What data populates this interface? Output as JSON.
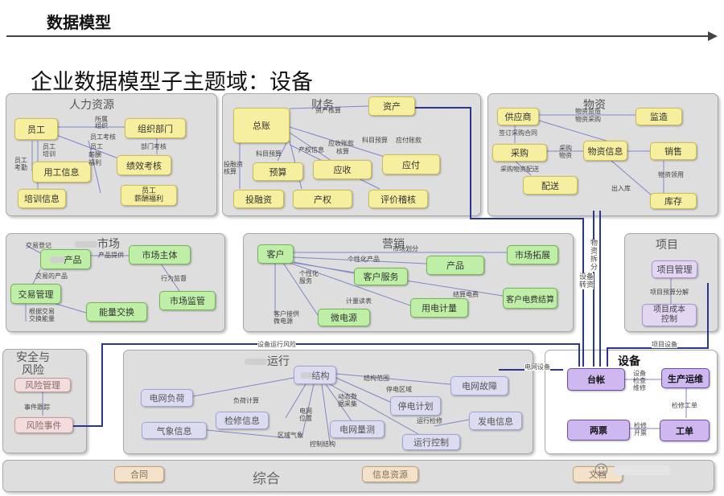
{
  "header": "数据模型",
  "title": "企业数据模型子主题域：设备",
  "panels": {
    "hr": "人力资源",
    "finance": "财务",
    "materials": "物资",
    "market": "市场",
    "marketing": "营销",
    "project": "项目",
    "safety": "安全与\n风险",
    "operation": "运行",
    "equipment": "设备",
    "general": "综合"
  },
  "boxes": {
    "hr_staff": "员工",
    "hr_org": "组织部门",
    "hr_useinfo": "用工信息",
    "hr_perf": "绩效考核",
    "hr_train": "培训信息",
    "hr_salary": "员工\n薪酬福利",
    "fin_ledger": "总账",
    "fin_asset": "资产",
    "fin_budget": "预算",
    "fin_recv": "应收",
    "fin_pay": "应付",
    "fin_invest": "投融资",
    "fin_prop": "产权",
    "fin_eval": "评价稽核",
    "mat_supplier": "供应商",
    "mat_supervise": "监造",
    "mat_purchase": "采购",
    "mat_info": "物资信息",
    "mat_sales": "销售",
    "mat_dispatch": "配送",
    "mat_stock": "库存",
    "mk_product": "产品",
    "mk_subject": "市场主体",
    "mk_trade": "交易管理",
    "mk_monitor": "市场监管",
    "mk_energy": "能量交换",
    "ms_customer": "客户",
    "ms_expand": "市场拓展",
    "ms_product": "产品",
    "ms_service": "客户服务",
    "ms_plan": "用电计量",
    "ms_fee": "客户电费结算",
    "ms_gen": "微电源",
    "pj_manage": "项目管理",
    "pj_cost": "项目成本\n控制",
    "sf_manage": "风险管理",
    "sf_event": "风险事件",
    "op_struct": "结构",
    "op_fault": "电网故障",
    "op_load": "电网负荷",
    "op_power": "停电计划",
    "op_repair": "检修信息",
    "op_gen": "发电信息",
    "op_weather": "气象信息",
    "op_measure": "电网量测",
    "op_control": "运行控制",
    "eq_ledger": "台帐",
    "eq_prod": "生产运维",
    "eq_tickets": "两票",
    "eq_work": "工单",
    "gen_contract": "合同",
    "gen_info": "信息资源",
    "gen_doc": "文档"
  },
  "labels": {
    "hr1": "所属",
    "hr2": "组织",
    "hr3": "员工考核",
    "hr4": "部门考核",
    "hr5": "员工",
    "hr6": "薪酬",
    "hr7": "福利",
    "hr8": "员工\n培训",
    "hr9": "员工\n考勤",
    "fn1": "资产核算",
    "fn2": "科目预算",
    "fn3": "应收账款",
    "fn4": "科目预算",
    "fn5": "应付账款",
    "fn6": "产权信息",
    "fn7": "投融资\n核算",
    "fn8": "核算",
    "mt1": "物资监造",
    "mt2": "物资采购",
    "mt3": "签订采购合同",
    "mt4": "采购\n物资",
    "mt5": "采购物资配送",
    "mt6": "物资领用",
    "mt7": "出入库",
    "mk1": "交易登记",
    "mk2": "产品提供",
    "mk3": "交易的产品",
    "mk4": "行为监督",
    "mk5": "根据交易\n交换能量",
    "ms1": "市场划分",
    "ms2": "个性化产品",
    "ms3": "个性化\n服务",
    "ms4": "结算电费",
    "ms5": "计量读表",
    "ms6": "客户接供\n微电源",
    "pj1": "项目预算分解",
    "op1": "结构范围",
    "op2": "停电区域",
    "op3": "负荷计算",
    "op4": "动态数\n据采集",
    "op5": "运行检修",
    "op6": "电网\n位置",
    "op7": "区域气象",
    "op8": "控制结构",
    "eq1": "设备\n检查\n维修",
    "eq2": "检修工单",
    "eq3": "检修\n开票",
    "c1": "设备\n转资",
    "c2": "设备运行风险",
    "c3": "项目设备",
    "c4": "电网设备",
    "c5": "物\n资\n拆\n分",
    "c6": "事件跟踪"
  }
}
